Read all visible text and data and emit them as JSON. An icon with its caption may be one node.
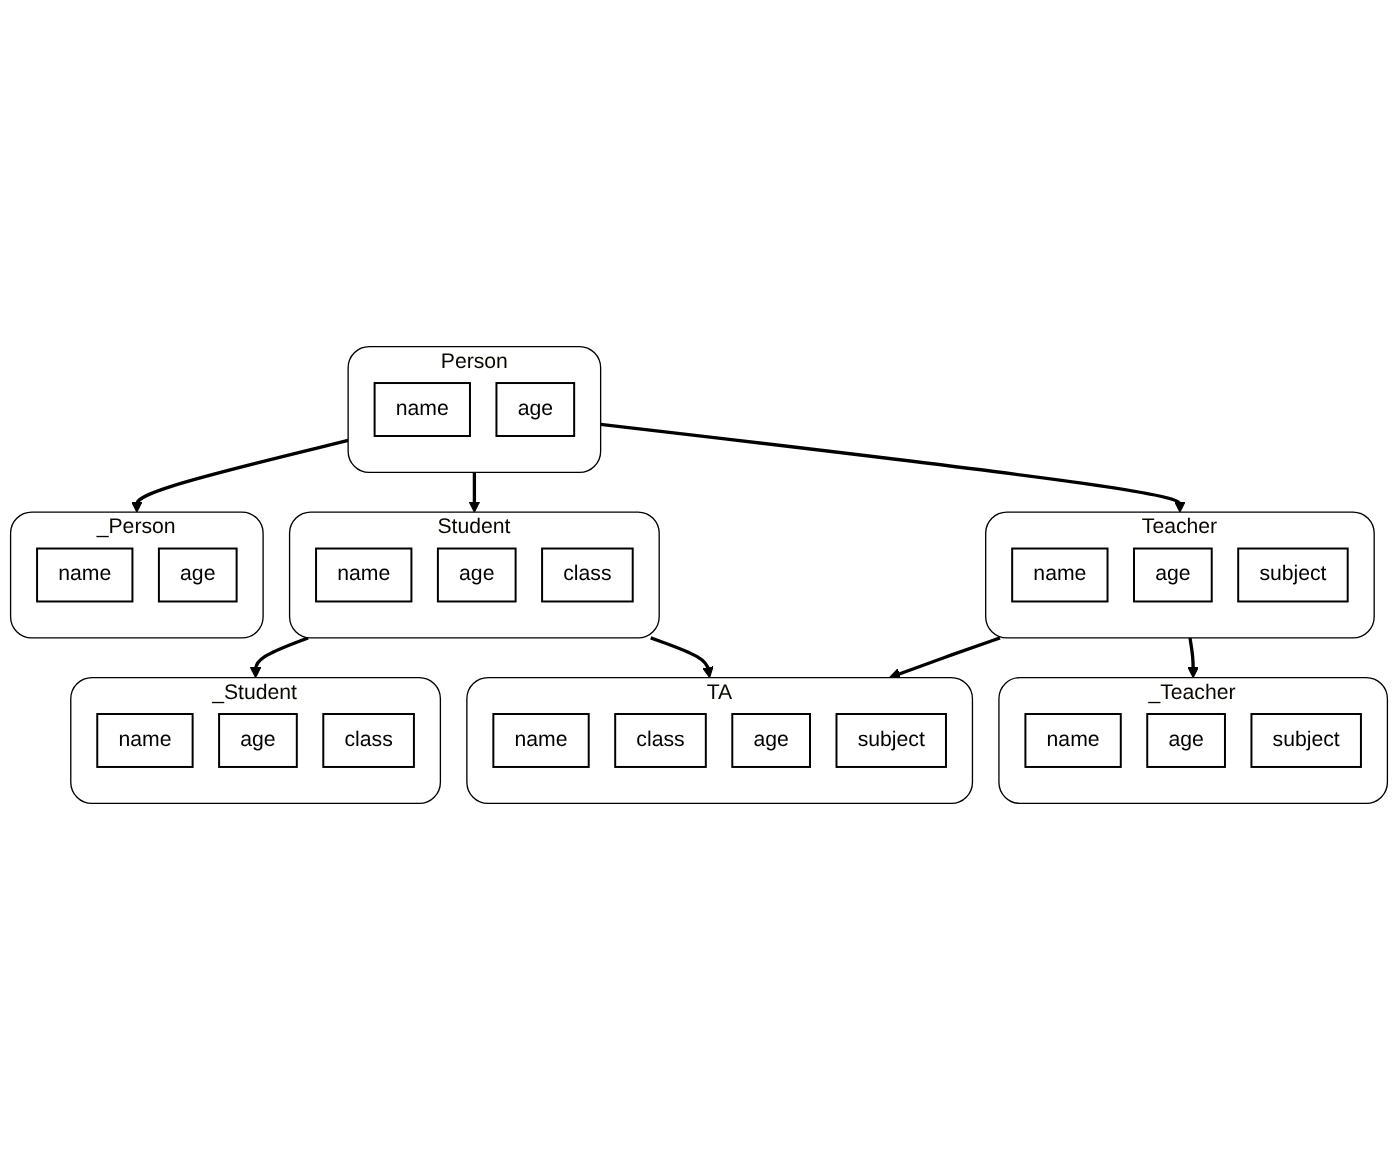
{
  "diagram": {
    "nodes": [
      {
        "text": [
          "Person"
        ]
      },
      {
        "text": [
          "name"
        ],
        "in": 0
      },
      {
        "text": [
          "age"
        ],
        "in": 0
      },
      {
        "text": [
          "Student"
        ]
      },
      {
        "text": [
          "name"
        ],
        "in": 3
      },
      {
        "text": [
          "age"
        ],
        "in": 3
      },
      {
        "text": [
          "class"
        ],
        "in": 3
      },
      {
        "text": [
          "Teacher"
        ]
      },
      {
        "text": [
          "name"
        ],
        "in": 7
      },
      {
        "text": [
          "age"
        ],
        "in": 7
      },
      {
        "text": [
          "subject"
        ],
        "in": 7
      },
      {
        "text": [
          "_Person"
        ]
      },
      {
        "text": [
          "name"
        ],
        "in": 11
      },
      {
        "text": [
          "age"
        ],
        "in": 11
      },
      {
        "text": [
          "_Student"
        ]
      },
      {
        "text": [
          "name"
        ],
        "in": 14
      },
      {
        "text": [
          "age"
        ],
        "in": 14
      },
      {
        "text": [
          "class"
        ],
        "in": 14
      },
      {
        "text": [
          "TA"
        ]
      },
      {
        "text": [
          "name"
        ],
        "in": 18
      },
      {
        "text": [
          "class"
        ],
        "in": 18
      },
      {
        "text": [
          "age"
        ],
        "in": 18
      },
      {
        "text": [
          "subject"
        ],
        "in": 18
      },
      {
        "text": [
          "_Teacher"
        ]
      },
      {
        "text": [
          "name"
        ],
        "in": 23
      },
      {
        "text": [
          "age"
        ],
        "in": 23
      },
      {
        "text": [
          "subject"
        ],
        "in": 23
      }
    ],
    "edges": [
      {
        "from": 0,
        "to": 3,
        "arrow": "to"
      },
      {
        "from": 0,
        "to": 7,
        "arrow": "to"
      },
      {
        "from": 0,
        "to": 11,
        "arrow": "to"
      },
      {
        "from": 3,
        "to": 14,
        "arrow": "to"
      },
      {
        "from": 3,
        "to": 18,
        "arrow": "to"
      },
      {
        "from": 7,
        "to": 18,
        "arrow": "to"
      },
      {
        "from": 7,
        "to": 23,
        "arrow": "to"
      }
    ]
  }
}
